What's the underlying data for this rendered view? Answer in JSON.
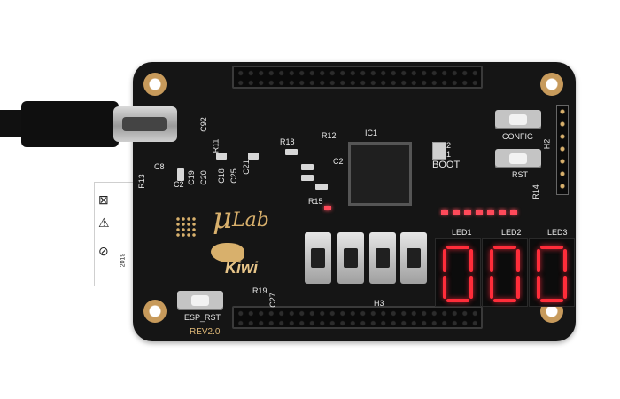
{
  "board": {
    "brand_mu": "μ",
    "brand_lab": "Lab",
    "brand_model": "Kiwi",
    "revision": "REV2.0",
    "labels": {
      "config": "CONFIG",
      "rst": "RST",
      "esp_rst": "ESP_RST",
      "boot": "BOOT",
      "boot_2": "2",
      "boot_1": "1",
      "ic1": "IC1",
      "h2": "H2",
      "h3": "H3",
      "led1": "LED1",
      "led2": "LED2",
      "led3": "LED3",
      "r15": "R15",
      "r18": "R18",
      "r12": "R12",
      "r13": "R13",
      "r14": "R14",
      "r19": "R19",
      "c2": "C2",
      "c8": "C8",
      "c18": "C18",
      "c25": "C25",
      "c21": "C21",
      "c27": "C27",
      "c20": "C20",
      "c19": "C19",
      "c92": "C92",
      "r11": "R11"
    },
    "warning_label_text": "2019"
  },
  "colors": {
    "board": "#151515",
    "silkscreen_gold": "#d8b06c",
    "seven_segment": "#ff2d3a"
  }
}
